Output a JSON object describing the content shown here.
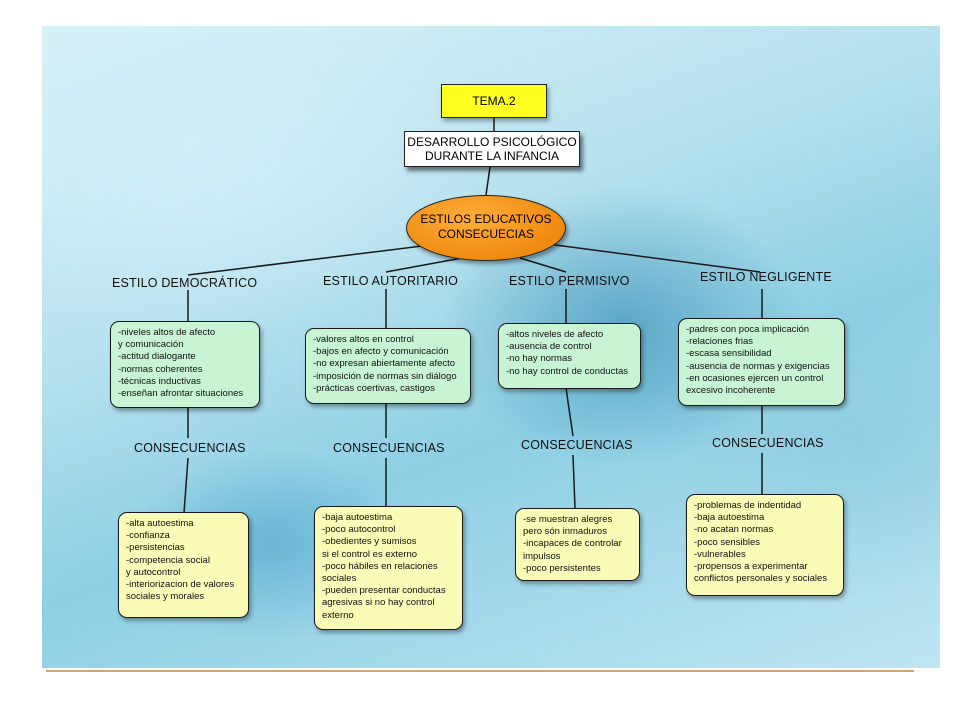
{
  "tema": "TEMA.2",
  "title": "DESARROLLO PSICOLÓGICO\nDURANTE LA INFANCIA",
  "center": "ESTILOS EDUCATIVOS\nCONSECUECIAS",
  "styles": [
    {
      "name": "ESTILO DEMOCRÁTICO",
      "traits": "-niveles altos de afecto\ny comunicación\n-actitud dialogante\n-normas coherentes\n-técnicas inductivas\n-enseñan afrontar situaciones",
      "consequences_label": "CONSECUENCIAS",
      "consequences": "-alta autoestima\n-confianza\n-persistencias\n-competencia social\ny autocontrol\n-interiorizacion de valores\nsociales y morales"
    },
    {
      "name": "ESTILO AUTORITARIO",
      "traits": "-valores altos en control\n-bajos en afecto y comunicación\n-no expresan abiertamente afecto\n-imposición de normas sin diálogo\n-prácticas coertivas, castigos",
      "consequences_label": "CONSECUENCIAS",
      "consequences": "-baja autoestima\n-poco autocontrol\n-obedientes y sumisos\nsi el control es externo\n-poco hábiles en relaciones\nsociales\n-pueden presentar conductas\nagresivas si no hay control\nexterno"
    },
    {
      "name": "ESTILO PERMISIVO",
      "traits": "-altos niveles de afecto\n-ausencia de control\n-no hay normas\n-no hay control de conductas",
      "consequences_label": "CONSECUENCIAS",
      "consequences": "-se muestran alegres\npero són inmaduros\n-incapaces de controlar\nimpulsos\n-poco persistentes"
    },
    {
      "name": "ESTILO NEGLIGENTE",
      "traits": "-padres con poca implicación\n-relaciones frias\n-escasa sensibilidad\n-ausencia de normas y exigencias\n-en ocasiones ejercen un control\nexcesivo incoherente",
      "consequences_label": "CONSECUENCIAS",
      "consequences": "-problemas de indentidad\n-baja autoestima\n-no acatan normas\n-poco sensibles\n-vulnerables\n-propensos a experimentar\nconflictos personales y sociales"
    }
  ]
}
